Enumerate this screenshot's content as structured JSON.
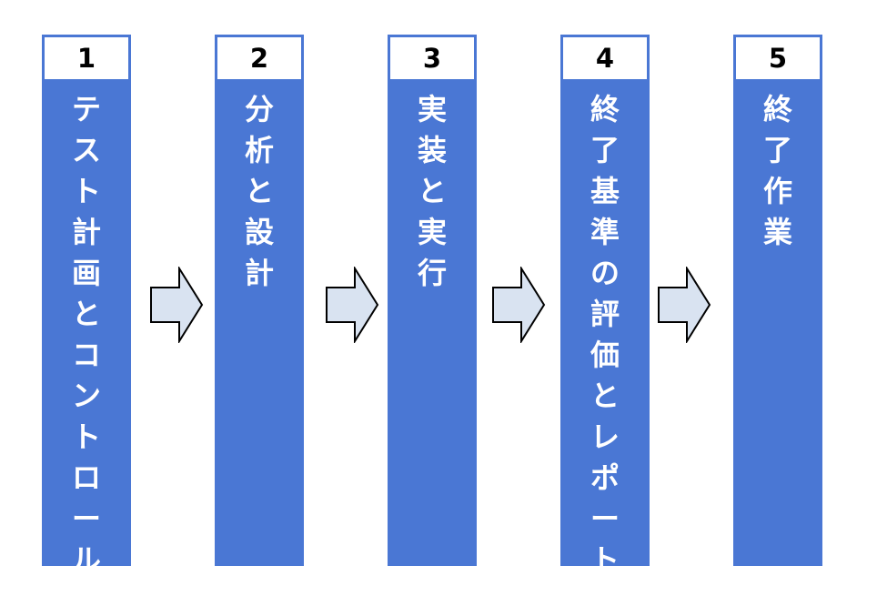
{
  "steps": [
    {
      "number": "1",
      "label": "テスト計画とコントロール"
    },
    {
      "number": "2",
      "label": "分析と設計"
    },
    {
      "number": "3",
      "label": "実装と実行"
    },
    {
      "number": "4",
      "label": "終了基準の評価とレポート"
    },
    {
      "number": "5",
      "label": "終了作業"
    }
  ],
  "colors": {
    "column_fill": "#4a77d4",
    "number_box_fill": "#ffffff",
    "arrow_fill": "#d9e3f1",
    "arrow_stroke": "#000000"
  },
  "icons": {
    "connector": "right-arrow-icon"
  }
}
